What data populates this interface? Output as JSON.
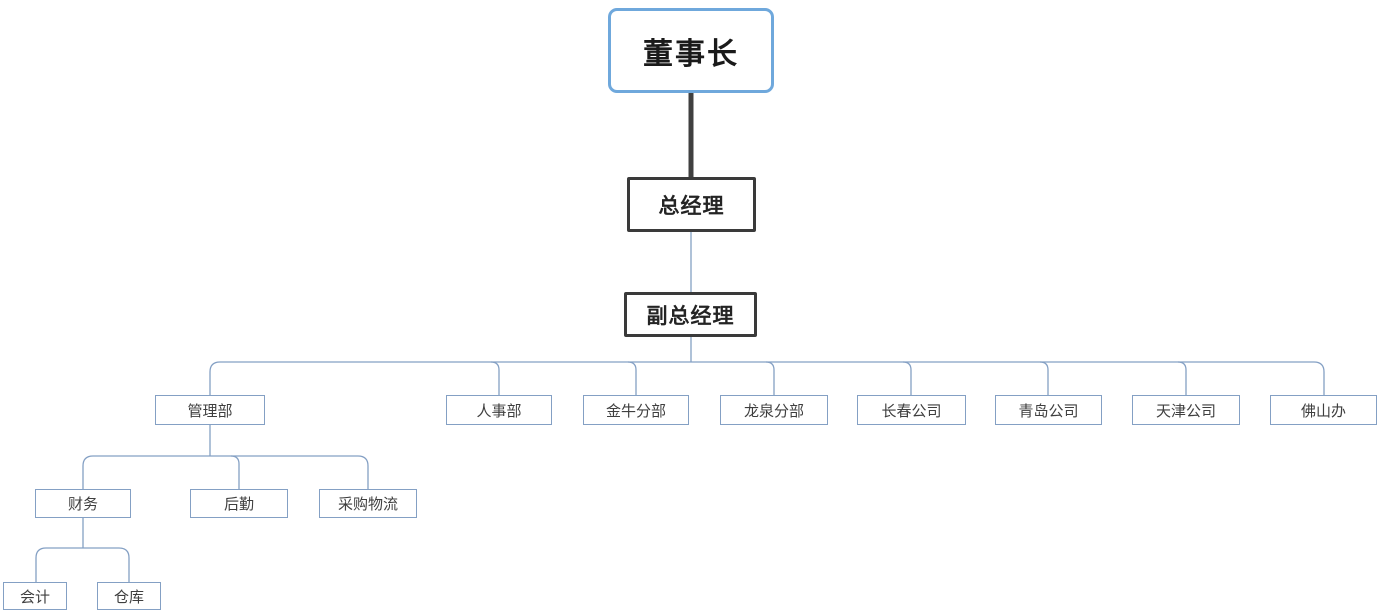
{
  "diagram_type": "org-chart",
  "colors": {
    "root_border": "#6fa8dc",
    "exec_border": "#3a3a3a",
    "leaf_border": "#84a0c4",
    "thin_connector": "#84a0c4",
    "trunk_connector": "#404040",
    "text": "#3f3f3f",
    "background": "#ffffff"
  },
  "nodes": {
    "chairman": {
      "label": "董事长"
    },
    "general_manager": {
      "label": "总经理"
    },
    "deputy_general_manager": {
      "label": "副总经理"
    },
    "management_dept": {
      "label": "管理部"
    },
    "hr_dept": {
      "label": "人事部"
    },
    "jinniu_branch": {
      "label": "金牛分部"
    },
    "longquan_branch": {
      "label": "龙泉分部"
    },
    "changchun_company": {
      "label": "长春公司"
    },
    "qingdao_company": {
      "label": "青岛公司"
    },
    "tianjin_company": {
      "label": "天津公司"
    },
    "foshan_office": {
      "label": "佛山办"
    },
    "finance": {
      "label": "财务"
    },
    "logistics": {
      "label": "后勤"
    },
    "purchasing_logistics": {
      "label": "采购物流"
    },
    "accounting": {
      "label": "会计"
    },
    "warehouse": {
      "label": "仓库"
    }
  },
  "edges": [
    [
      "chairman",
      "general_manager"
    ],
    [
      "general_manager",
      "deputy_general_manager"
    ],
    [
      "deputy_general_manager",
      "management_dept"
    ],
    [
      "deputy_general_manager",
      "hr_dept"
    ],
    [
      "deputy_general_manager",
      "jinniu_branch"
    ],
    [
      "deputy_general_manager",
      "longquan_branch"
    ],
    [
      "deputy_general_manager",
      "changchun_company"
    ],
    [
      "deputy_general_manager",
      "qingdao_company"
    ],
    [
      "deputy_general_manager",
      "tianjin_company"
    ],
    [
      "deputy_general_manager",
      "foshan_office"
    ],
    [
      "management_dept",
      "finance"
    ],
    [
      "management_dept",
      "logistics"
    ],
    [
      "management_dept",
      "purchasing_logistics"
    ],
    [
      "finance",
      "accounting"
    ],
    [
      "finance",
      "warehouse"
    ]
  ]
}
